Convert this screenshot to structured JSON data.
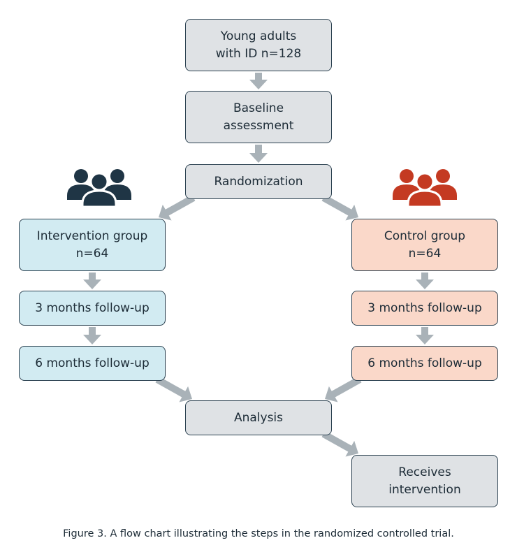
{
  "nodes": {
    "young_adults": {
      "label": "Young adults\nwith ID n=128"
    },
    "baseline": {
      "label": "Baseline\nassessment"
    },
    "randomization": {
      "label": "Randomization"
    },
    "intervention_group": {
      "label": "Intervention group\nn=64"
    },
    "control_group": {
      "label": "Control group\nn=64"
    },
    "intervention_3m": {
      "label": "3 months follow-up"
    },
    "control_3m": {
      "label": "3 months follow-up"
    },
    "intervention_6m": {
      "label": "6 months follow-up"
    },
    "control_6m": {
      "label": "6 months follow-up"
    },
    "analysis": {
      "label": "Analysis"
    },
    "receives_intervention": {
      "label": "Receives\nintervention"
    }
  },
  "edges": [
    {
      "from": "young_adults",
      "to": "baseline"
    },
    {
      "from": "baseline",
      "to": "randomization"
    },
    {
      "from": "randomization",
      "to": "intervention_group"
    },
    {
      "from": "randomization",
      "to": "control_group"
    },
    {
      "from": "intervention_group",
      "to": "intervention_3m"
    },
    {
      "from": "intervention_3m",
      "to": "intervention_6m"
    },
    {
      "from": "control_group",
      "to": "control_3m"
    },
    {
      "from": "control_3m",
      "to": "control_6m"
    },
    {
      "from": "intervention_6m",
      "to": "analysis"
    },
    {
      "from": "control_6m",
      "to": "analysis"
    },
    {
      "from": "analysis",
      "to": "receives_intervention"
    }
  ],
  "icons": {
    "intervention": {
      "name": "people-group-icon",
      "color": "#1f3545"
    },
    "control": {
      "name": "people-group-icon",
      "color": "#c43a22"
    }
  },
  "colors": {
    "gray_box": "#dfe2e5",
    "blue_box": "#d2ebf2",
    "peach_box": "#fad8c9",
    "arrow": "#a9b2b8",
    "border": "#2b4150"
  },
  "caption": "Figure 3. A flow chart illustrating the steps in the randomized controlled trial."
}
